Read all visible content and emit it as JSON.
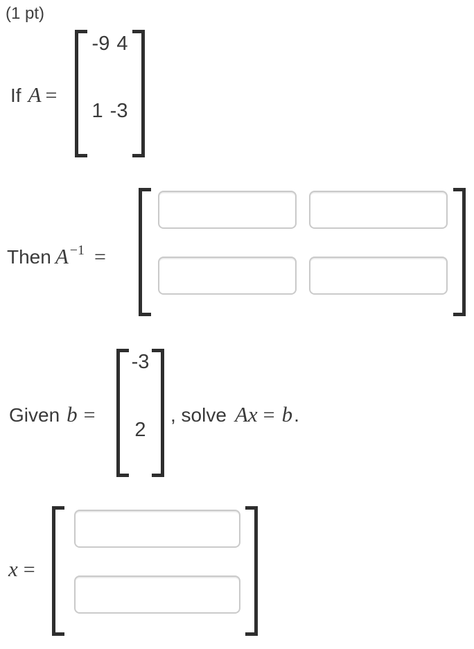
{
  "problem": {
    "points_label": "(1 pt)",
    "given": {
      "prefix": "If",
      "variable": "A",
      "equals": "=",
      "matrix": [
        [
          "-9",
          "4"
        ],
        [
          "1",
          "-3"
        ]
      ]
    },
    "inverse": {
      "prefix": "Then",
      "variable": "A",
      "exponent": "−1",
      "equals": "="
    },
    "vector": {
      "prefix": "Given",
      "variable": "b",
      "equals": "=",
      "values": [
        "-3",
        "2"
      ],
      "comma_solve": ", solve",
      "lhs": "Ax",
      "solve_equals": "=",
      "rhs": "b",
      "period": "."
    },
    "solution": {
      "variable": "x",
      "equals": "="
    }
  }
}
